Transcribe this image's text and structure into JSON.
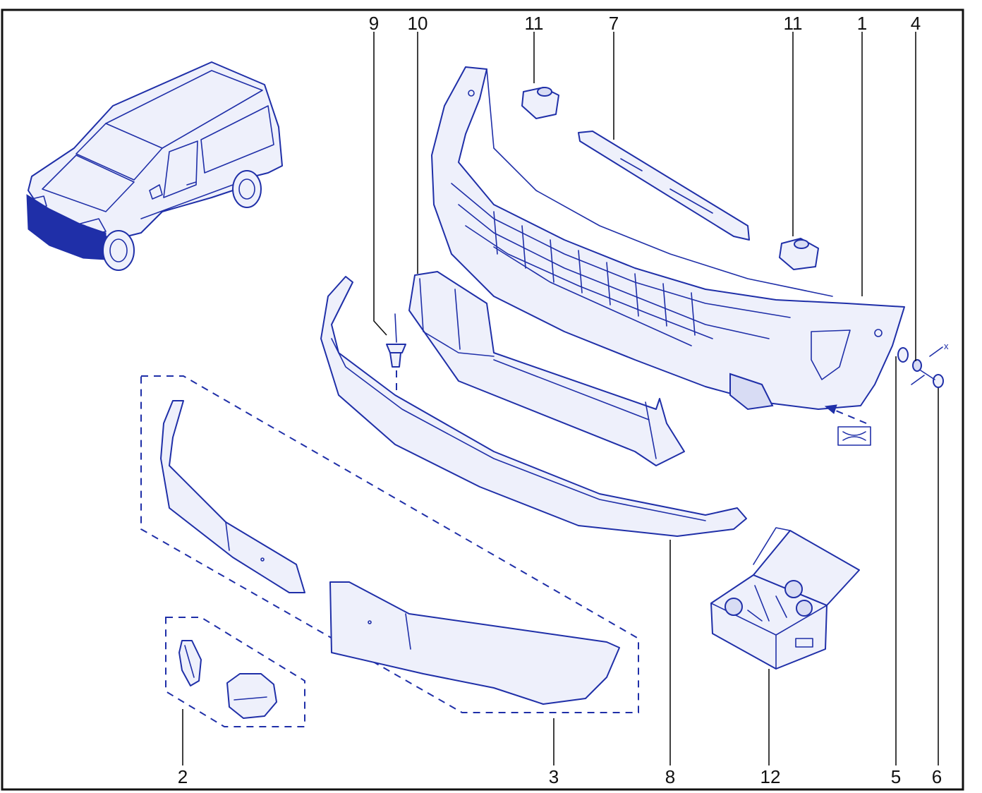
{
  "diagram": {
    "callouts": [
      {
        "id": "9",
        "label": "9"
      },
      {
        "id": "10",
        "label": "10"
      },
      {
        "id": "11a",
        "label": "11"
      },
      {
        "id": "7",
        "label": "7"
      },
      {
        "id": "11b",
        "label": "11"
      },
      {
        "id": "1",
        "label": "1"
      },
      {
        "id": "4",
        "label": "4"
      },
      {
        "id": "2",
        "label": "2"
      },
      {
        "id": "3",
        "label": "3"
      },
      {
        "id": "8",
        "label": "8"
      },
      {
        "id": "12",
        "label": "12"
      },
      {
        "id": "5",
        "label": "5"
      },
      {
        "id": "6",
        "label": "6"
      }
    ],
    "dimension_label": "x"
  },
  "colors": {
    "line": "#1f2fa8",
    "fill": "#eef0fb",
    "frame": "#111111"
  }
}
